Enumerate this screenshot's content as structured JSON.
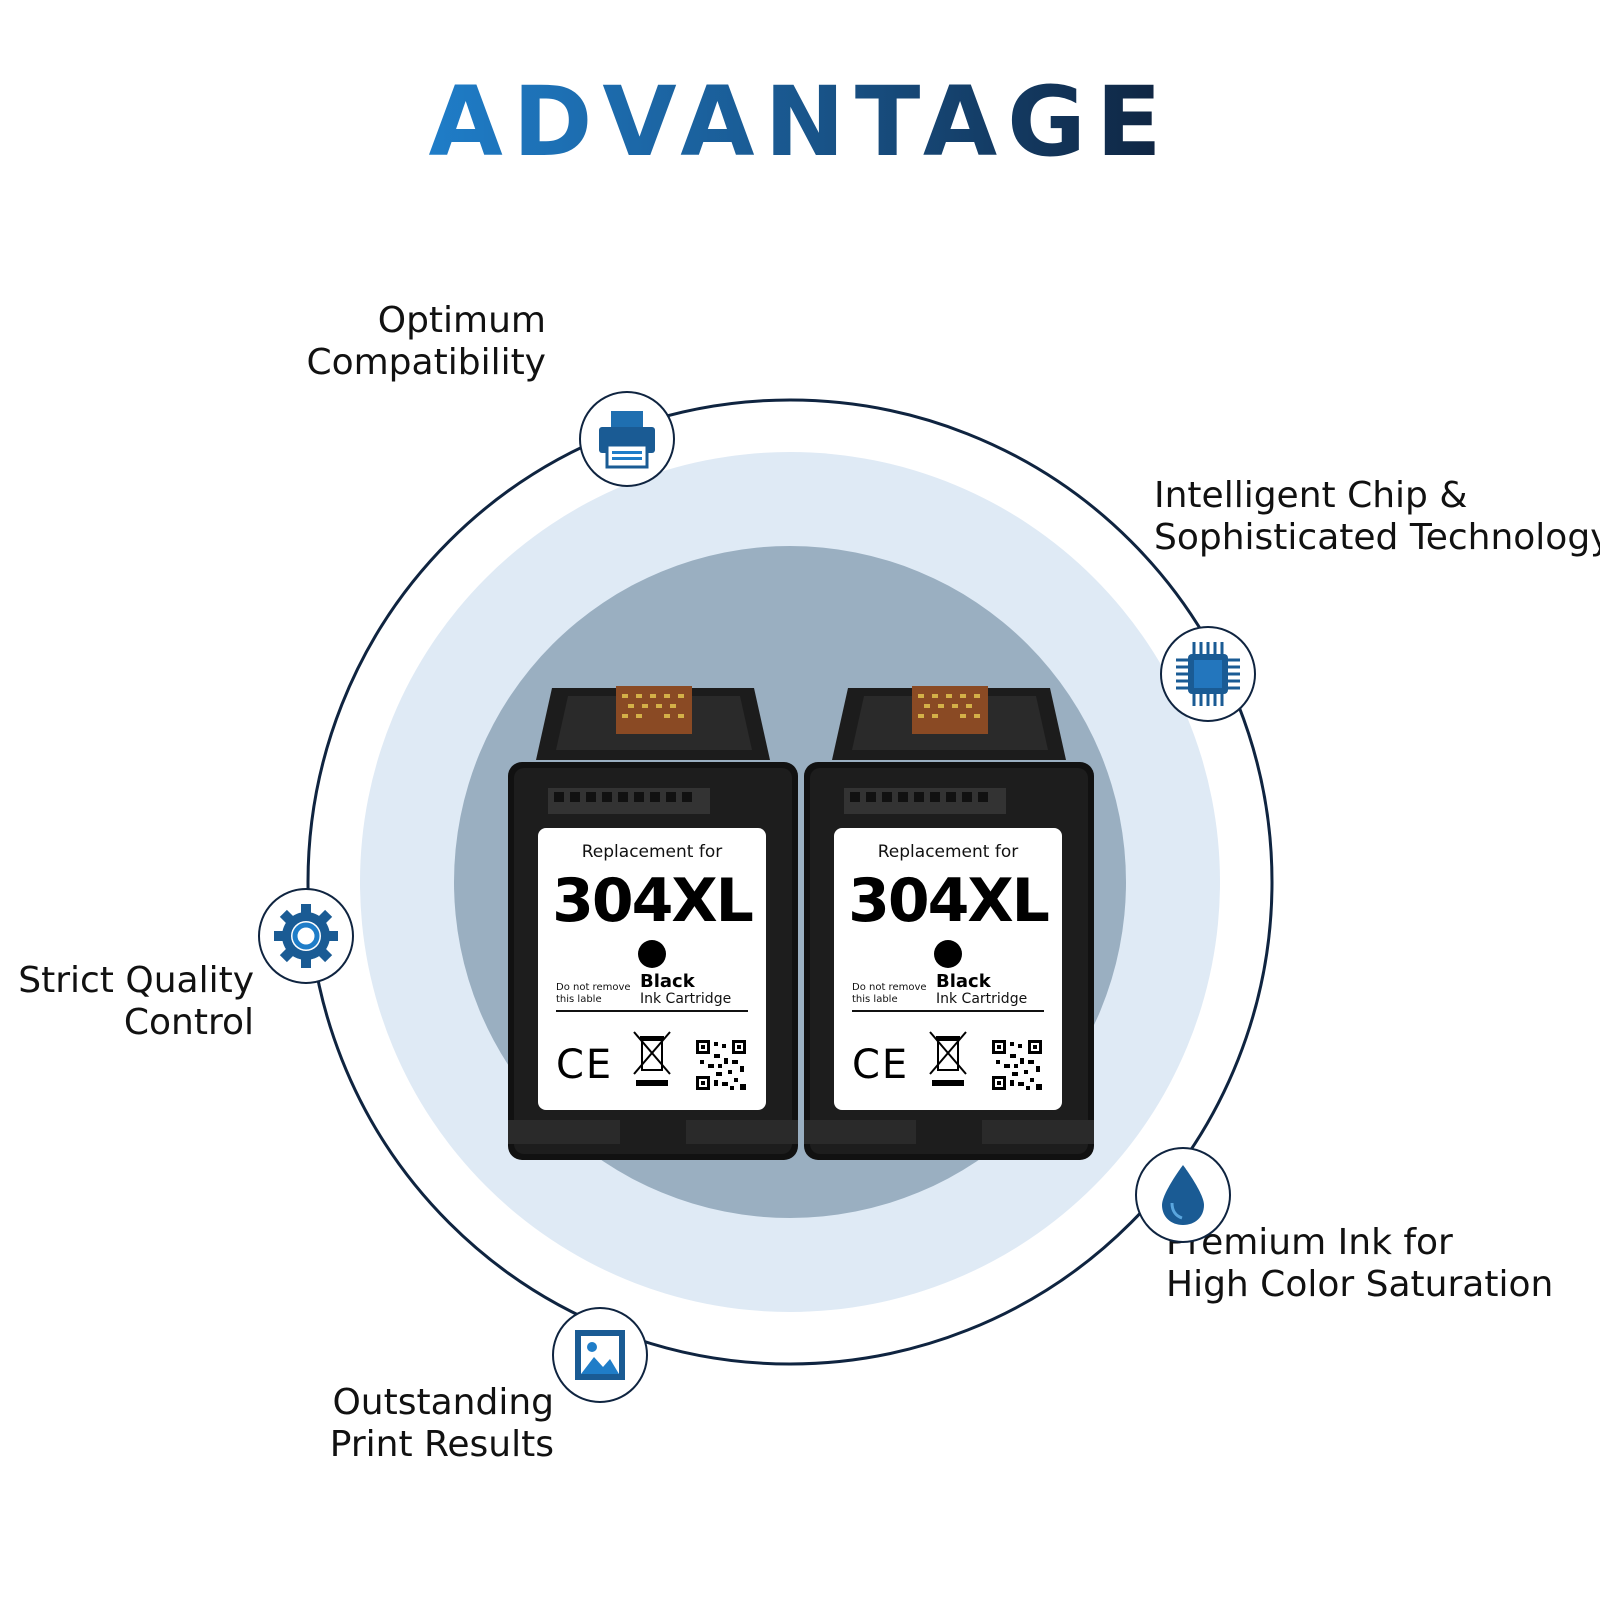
{
  "page": {
    "title": "ADVANTAGE"
  },
  "features": [
    {
      "key": "compatibility",
      "lines": [
        "Optimum",
        "Compatibility"
      ],
      "icon": "printer-icon"
    },
    {
      "key": "chip",
      "lines": [
        "Intelligent Chip &",
        "Sophisticated Technology"
      ],
      "icon": "chip-icon"
    },
    {
      "key": "quality",
      "lines": [
        "Strict Quality",
        "Control"
      ],
      "icon": "gear-icon"
    },
    {
      "key": "ink",
      "lines": [
        "Premium Ink for",
        "High Color Saturation"
      ],
      "icon": "ink-drop-icon"
    },
    {
      "key": "print",
      "lines": [
        "Outstanding",
        "Print Results"
      ],
      "icon": "image-icon"
    }
  ],
  "cartridges": [
    {
      "replacement_text": "Replacement for",
      "model": "304XL",
      "warning": [
        "Do not remove",
        "this lable"
      ],
      "color_name": "Black",
      "type_text": "Ink Cartridge",
      "ce_mark": "CE"
    },
    {
      "replacement_text": "Replacement for",
      "model": "304XL",
      "warning": [
        "Do not remove",
        "this lable"
      ],
      "color_name": "Black",
      "type_text": "Ink Cartridge",
      "ce_mark": "CE"
    }
  ],
  "colors": {
    "accent": "#1f7dc8",
    "navy": "#0f2440",
    "halo_light": "#dfeaf5",
    "halo_mid": "#9aafc1"
  }
}
